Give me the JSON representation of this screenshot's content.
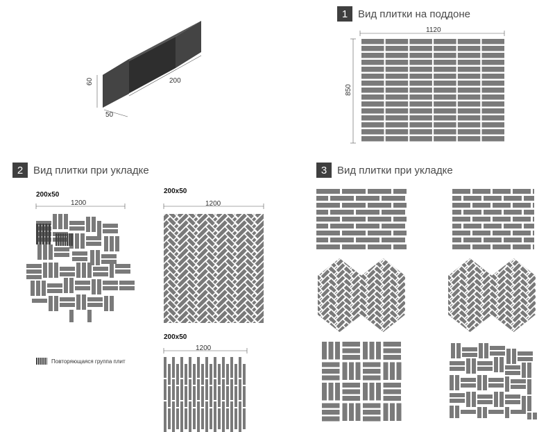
{
  "brick": {
    "dim_height": "60",
    "dim_length": "200",
    "dim_width": "50"
  },
  "section1": {
    "number": "1",
    "title": "Вид плитки на поддоне",
    "dim_width": "1120",
    "dim_height": "850"
  },
  "section2": {
    "number": "2",
    "title": "Вид плитки при укладке",
    "basket": {
      "size": "200х50",
      "dim": "1200"
    },
    "herringbone": {
      "size": "200х50",
      "dim": "1200"
    },
    "stack": {
      "size": "200х50",
      "dim": "1200"
    },
    "legend": "Повторяющаяся группа плит"
  },
  "section3": {
    "number": "3",
    "title": "Вид плитки при укладке"
  },
  "colors": {
    "tile": "#7a7a7a",
    "dark": "#3f3f3f",
    "brick_front": "#2e2e2e",
    "brick_top": "#555555",
    "brick_side": "#444444"
  }
}
